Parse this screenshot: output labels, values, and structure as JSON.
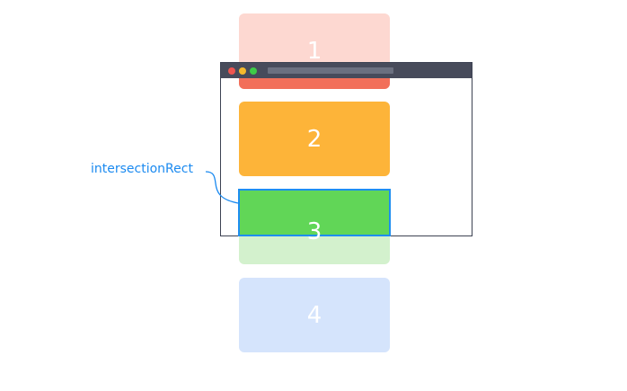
{
  "boxes": [
    {
      "label": "1",
      "color": "#fdd8d1",
      "in_view_color": "#f26f5a"
    },
    {
      "label": "2",
      "color": "#fdb439"
    },
    {
      "label": "3",
      "color": "#d3f1cd",
      "in_view_color": "#61d657"
    },
    {
      "label": "4",
      "color": "#d5e4fc"
    }
  ],
  "callout": {
    "label": "intersectionRect",
    "color": "#1b8af0"
  },
  "browser_window": {
    "frame_color": "#3d4253",
    "titlebar_color": "#474b5b",
    "traffic_lights": [
      "#ee5550",
      "#f5b92c",
      "#3ecb47"
    ]
  }
}
